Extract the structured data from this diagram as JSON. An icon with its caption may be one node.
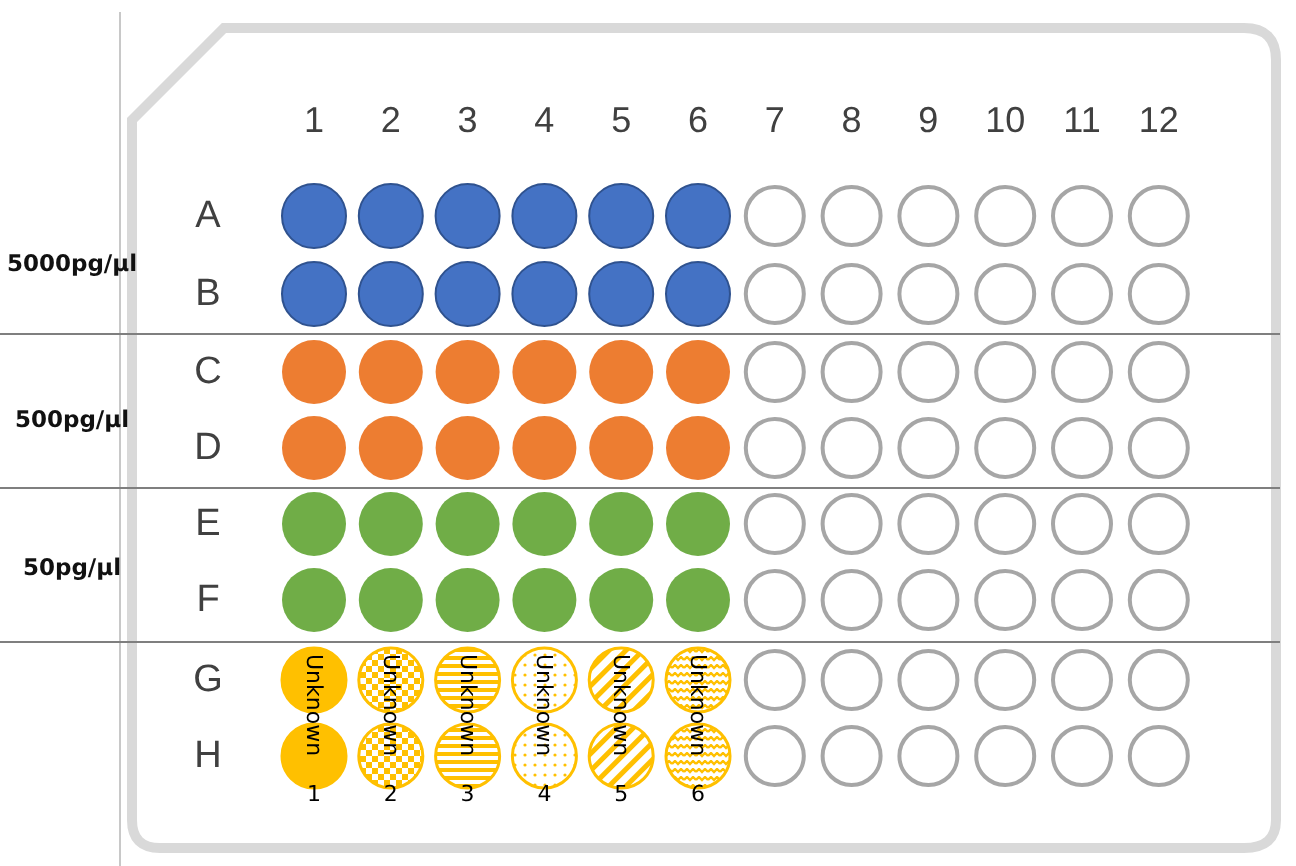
{
  "diagram": {
    "labels": [
      "1",
      "2",
      "3",
      "4",
      "5",
      "6",
      "7",
      "8",
      "9",
      "10",
      "11",
      "12",
      "5000pg/µl",
      "A",
      "B",
      "500pg/µl",
      "C",
      "D",
      "50pg/µl",
      "E",
      "F",
      "G",
      "H",
      "Unknown",
      "1",
      "Unknown",
      "2",
      "Unknown",
      "3",
      "Unknown",
      "4",
      "Unknown",
      "5",
      "Unknown",
      "6"
    ]
  }
}
